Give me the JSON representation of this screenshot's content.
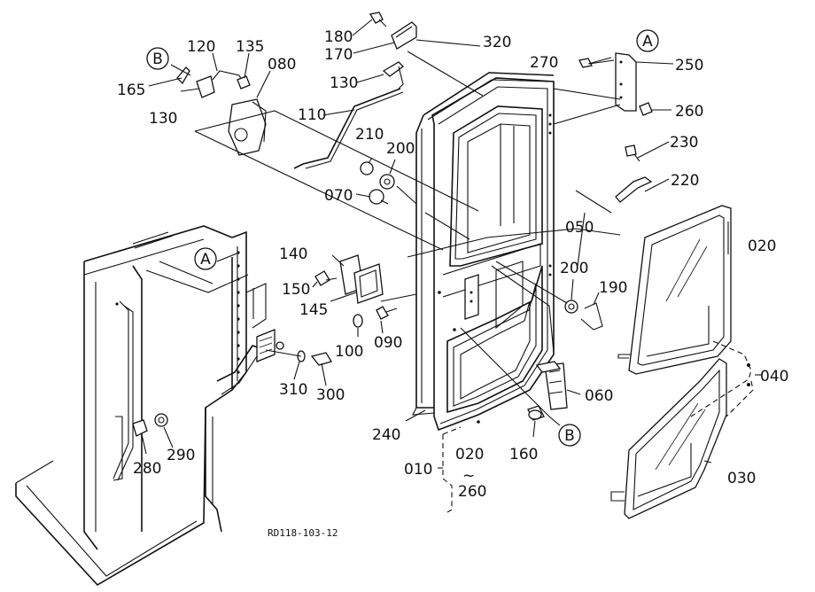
{
  "diagram": {
    "code": "RD118-103-12",
    "refs": {
      "a": "A",
      "b": "B"
    },
    "parts": {
      "p010": "010",
      "p020": "020",
      "p020r": "020",
      "p030": "030",
      "p040": "040",
      "p050": "050",
      "p060": "060",
      "p070": "070",
      "p080": "080",
      "p090": "090",
      "p100": "100",
      "p110": "110",
      "p120": "120",
      "p130a": "130",
      "p130b": "130",
      "p135": "135",
      "p140": "140",
      "p145": "145",
      "p150": "150",
      "p160": "160",
      "p165": "165",
      "p170": "170",
      "p180": "180",
      "p190": "190",
      "p200a": "200",
      "p200b": "200",
      "p210": "210",
      "p220": "220",
      "p230": "230",
      "p240": "240",
      "p250": "250",
      "p260a": "260",
      "p260b": "260",
      "p270": "270",
      "p280": "280",
      "p290": "290",
      "p300": "300",
      "p310": "310",
      "p320": "320",
      "tilde": "~"
    }
  }
}
